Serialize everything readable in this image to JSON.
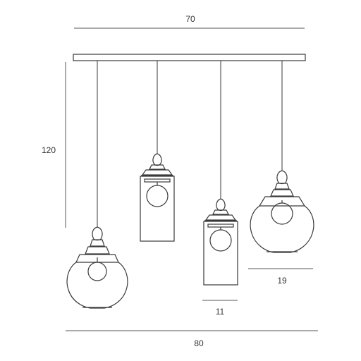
{
  "dimensions": {
    "top_width": "70",
    "height": "120",
    "bottom_width": "80",
    "small_width": "11",
    "large_width": "19"
  },
  "colors": {
    "line": "#3a3a3a",
    "dimension": "#555555",
    "background": "#ffffff"
  },
  "pendants": [
    {
      "shape": "bowl",
      "name": "pendant-bowl-left"
    },
    {
      "shape": "cylinder",
      "name": "pendant-cylinder-center-left"
    },
    {
      "shape": "cylinder",
      "name": "pendant-cylinder-center-right"
    },
    {
      "shape": "bowl",
      "name": "pendant-bowl-right"
    }
  ]
}
